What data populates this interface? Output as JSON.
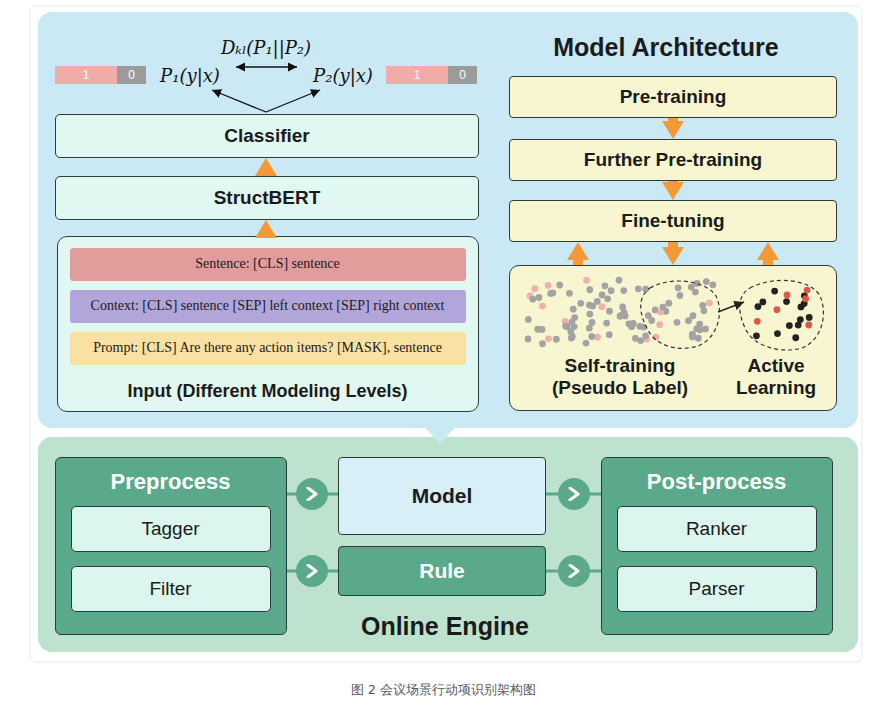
{
  "diagram": {
    "caption": "图 2 会议场景行动项识别架构图",
    "nodes": [
      {
        "text": [
          "Model Architecture"
        ]
      },
      {
        "text": [
          "Classifier"
        ],
        "in": 0
      },
      {
        "text": [
          "StructBERT"
        ],
        "in": 0
      },
      {
        "text": [
          "Input (Different Modeling Levels)"
        ],
        "in": 0
      },
      {
        "text": [
          "Sentence: [CLS] sentence"
        ],
        "in": 3
      },
      {
        "text": [
          "Context: [CLS] sentence [SEP] left context [SEP] right context"
        ],
        "in": 3
      },
      {
        "text": [
          "Prompt: [CLS] Are there any action items? [MASK], sentence"
        ],
        "in": 3
      },
      {
        "text": [
          "Pre-training"
        ],
        "in": 0
      },
      {
        "text": [
          "Further Pre-training"
        ],
        "in": 0
      },
      {
        "text": [
          "Fine-tuning"
        ],
        "in": 0
      },
      {
        "text": [
          "Self-training (Pseudo Label)",
          "Active Learning"
        ],
        "in": 0
      },
      {
        "text": [
          "Online Engine"
        ]
      },
      {
        "text": [
          "Preprocess"
        ],
        "in": 11
      },
      {
        "text": [
          "Tagger"
        ],
        "in": 12
      },
      {
        "text": [
          "Filter"
        ],
        "in": 12
      },
      {
        "text": [
          "Model"
        ],
        "in": 11
      },
      {
        "text": [
          "Rule"
        ],
        "in": 11
      },
      {
        "text": [
          "Post-process"
        ],
        "in": 11
      },
      {
        "text": [
          "Ranker"
        ],
        "in": 17
      },
      {
        "text": [
          "Parser"
        ],
        "in": 17
      }
    ],
    "edges": [
      {
        "from": 2,
        "to": 1,
        "arrow": "to"
      },
      {
        "from": 3,
        "to": 2,
        "arrow": "to"
      },
      {
        "from": 7,
        "to": 8,
        "arrow": "to"
      },
      {
        "from": 8,
        "to": 9,
        "arrow": "to"
      },
      {
        "from": 9,
        "to": 10,
        "arrow": "to"
      },
      {
        "from": 10,
        "to": 9,
        "arrow": "to"
      },
      {
        "from": 10,
        "to": 9,
        "arrow": "to"
      },
      {
        "from": 12,
        "to": 15,
        "arrow": "to"
      },
      {
        "from": 12,
        "to": 16,
        "arrow": "to"
      },
      {
        "from": 15,
        "to": 17,
        "arrow": "to"
      },
      {
        "from": 16,
        "to": 17,
        "arrow": "to"
      }
    ],
    "labels": [
      "Dₖₗ(P₁||P₂)",
      "P₁(y|x)",
      "P₂(y|x)",
      "1",
      "0",
      "1",
      "0"
    ]
  }
}
